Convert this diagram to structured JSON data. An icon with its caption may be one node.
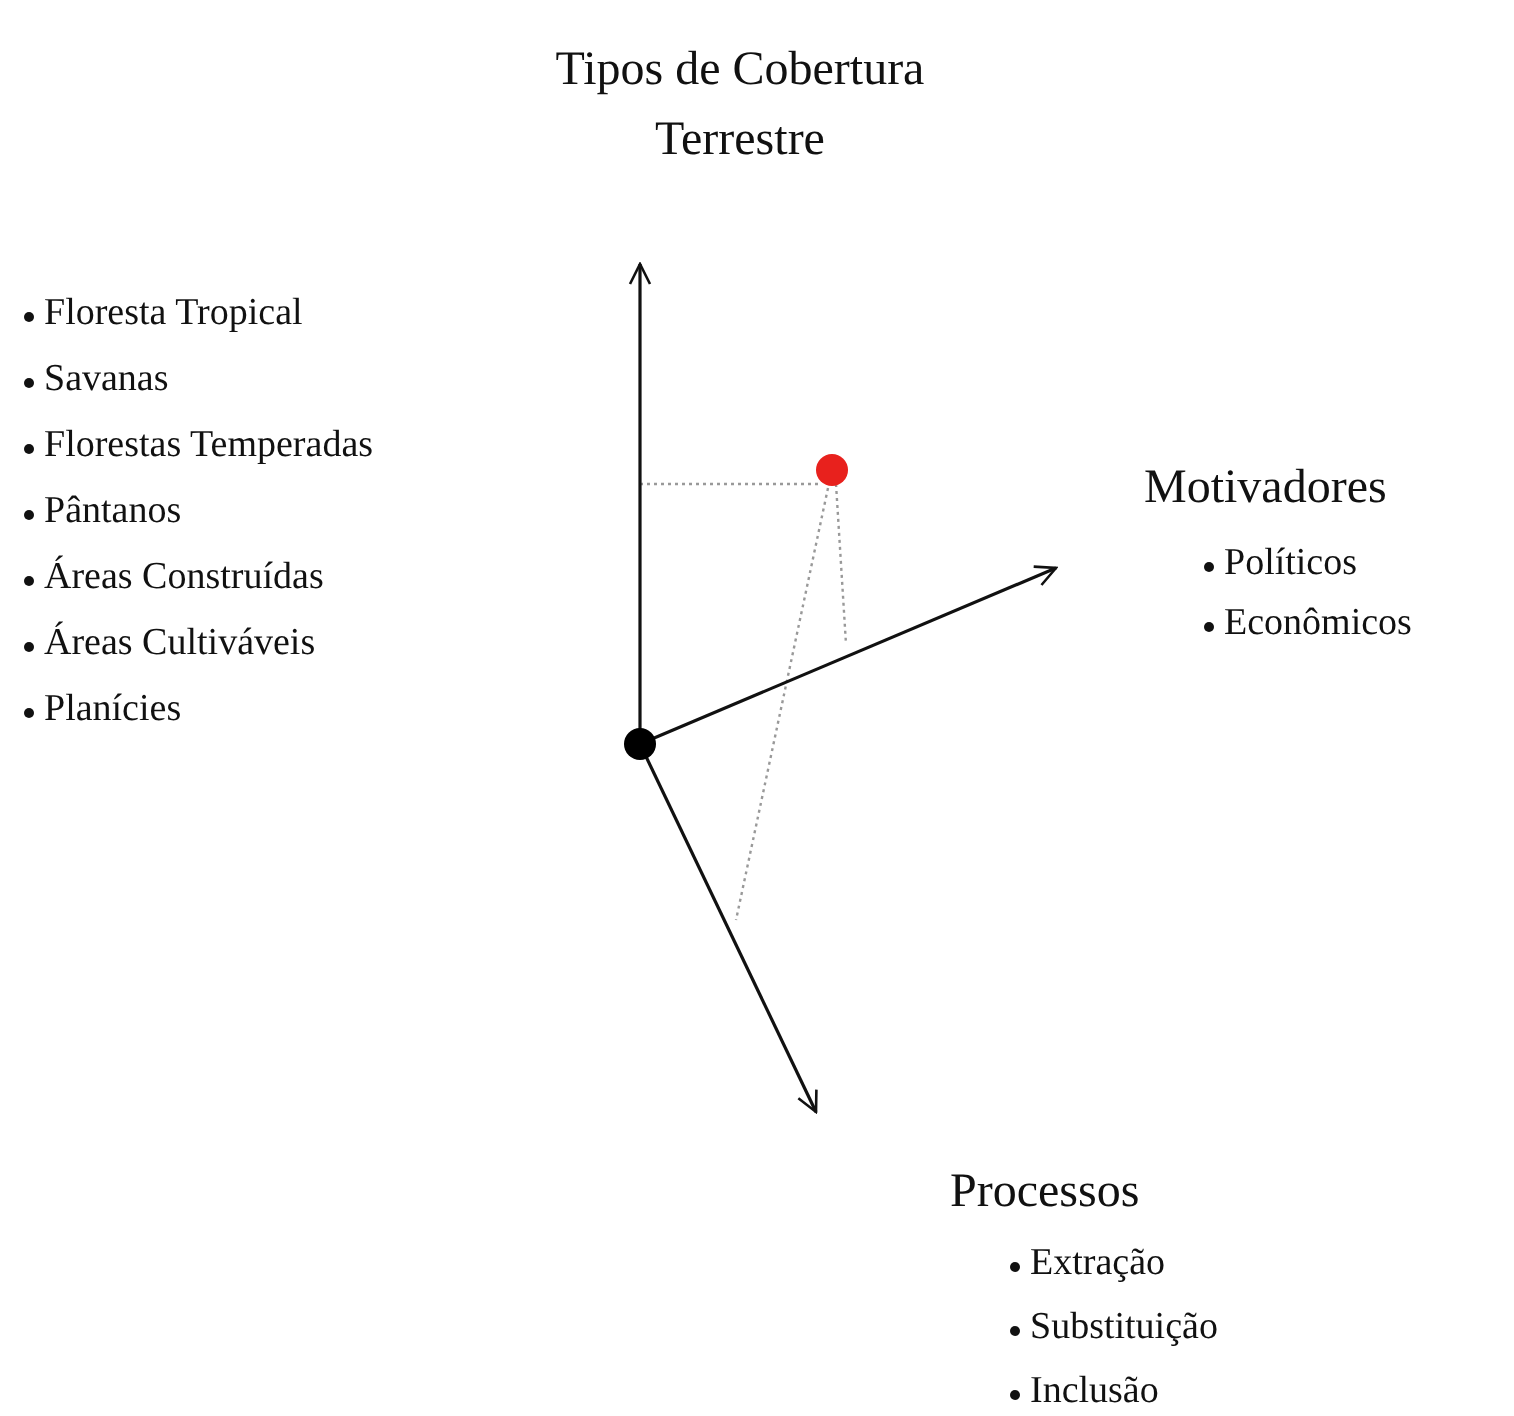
{
  "diagram": {
    "labels": [
      "Tipos de Cobertura Terrestre",
      "Floresta Tropical",
      "Savanas",
      "Florestas Temperadas",
      "Pântanos",
      "Áreas Construídas",
      "Áreas Cultiváveis",
      "Planícies",
      "Motivadores",
      "Políticos",
      "Econômicos",
      "Processos",
      "Extração",
      "Substituição",
      "Inclusão"
    ]
  }
}
